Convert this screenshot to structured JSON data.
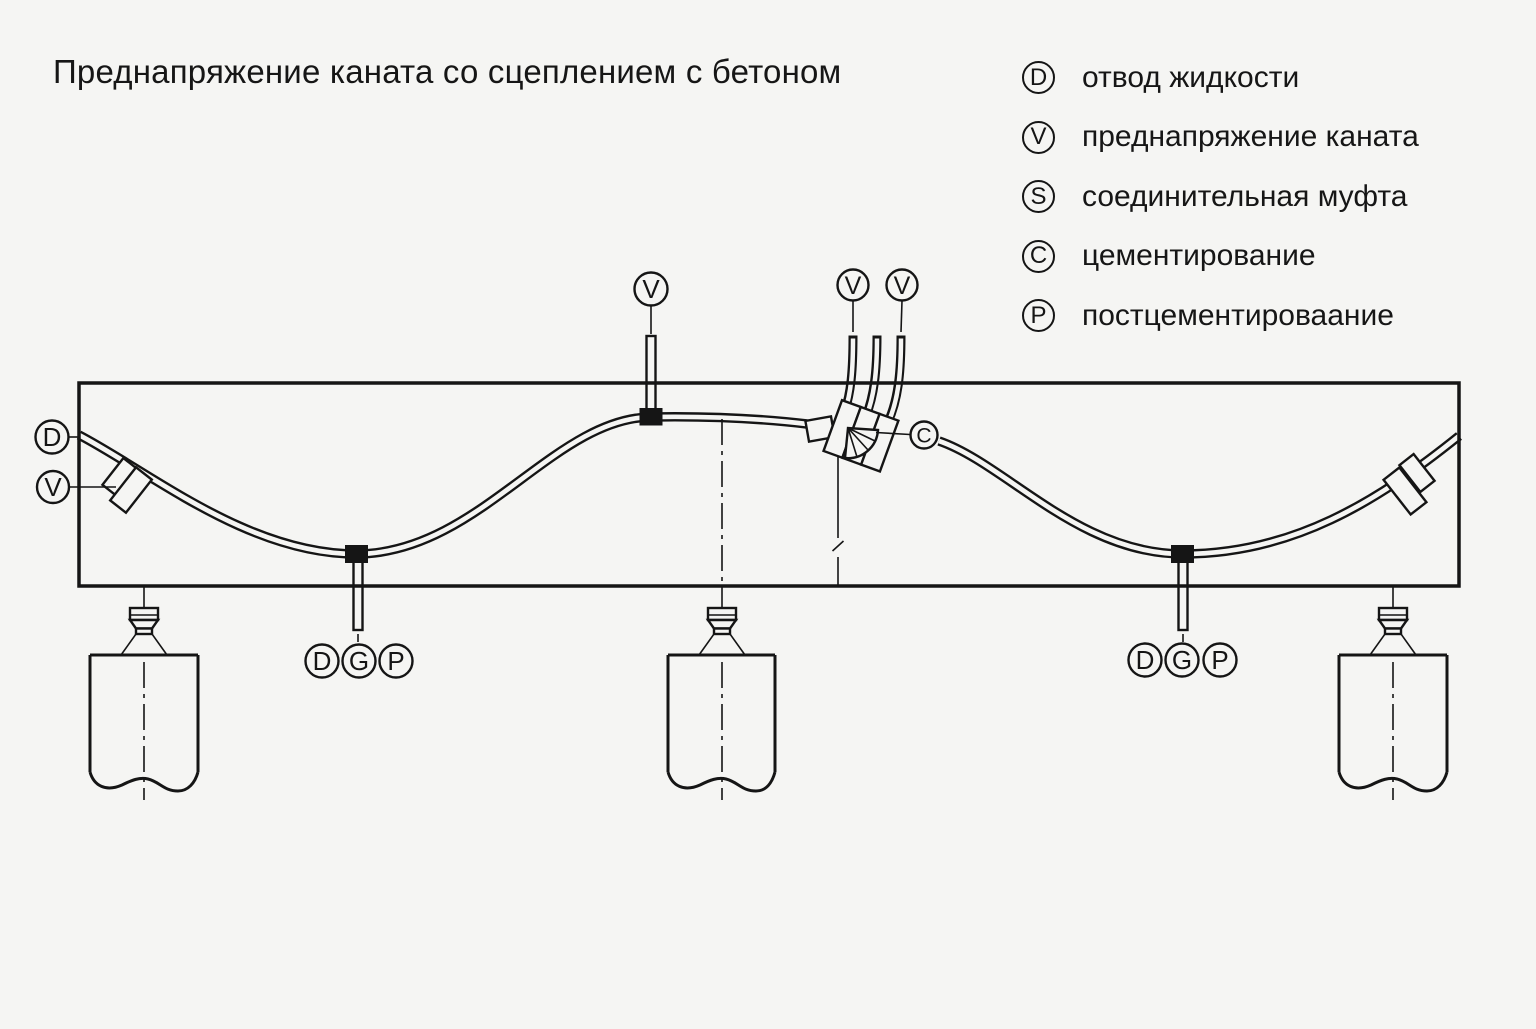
{
  "title": "Преднапряжение каната со сцеплением с бетоном",
  "colors": {
    "background": "#f5f5f3",
    "ink": "#151515"
  },
  "legend": {
    "items": [
      {
        "letter": "D",
        "label": "отвод жидкости"
      },
      {
        "letter": "V",
        "label": "преднапряжение каната"
      },
      {
        "letter": "S",
        "label": "соединительная муфта"
      },
      {
        "letter": "C",
        "label": "цементирование"
      },
      {
        "letter": "P",
        "label": "постцементироваание"
      }
    ]
  },
  "diagram": {
    "anchor_labels": {
      "left_top": "D",
      "left_bottom": "V"
    },
    "vent_labels": {
      "midspan": "V",
      "coupler_left": "V",
      "coupler_right": "V"
    },
    "grout_label": "C",
    "drain_left": [
      "D",
      "G",
      "P"
    ],
    "drain_right": [
      "D",
      "G",
      "P"
    ]
  }
}
